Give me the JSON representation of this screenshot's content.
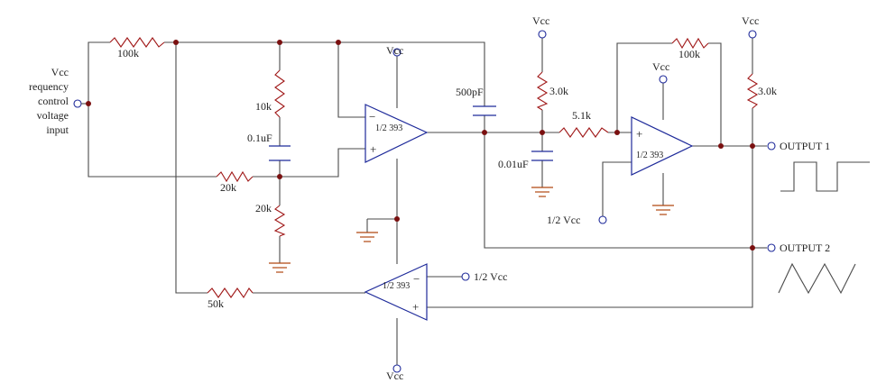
{
  "supply": "Vcc",
  "half_supply": "1/2 Vcc",
  "input_label": [
    "Vcc",
    "requency",
    "control",
    "voltage",
    "input"
  ],
  "resistors": {
    "r_100k_input": "100k",
    "r_10k": "10k",
    "r_20k_h": "20k",
    "r_20k_v": "20k",
    "r_50k": "50k",
    "r_3k0_mid": "3.0k",
    "r_5k1": "5.1k",
    "r_100k_fb": "100k",
    "r_3k0_out": "3.0k"
  },
  "capacitors": {
    "c_0u1": "0.1uF",
    "c_500p": "500pF",
    "c_0u01": "0.01uF"
  },
  "opamp_label": "1/2 393",
  "pins": {
    "plus": "+",
    "minus": "−"
  },
  "outputs": {
    "out1": "OUTPUT 1",
    "out2": "OUTPUT 2"
  }
}
